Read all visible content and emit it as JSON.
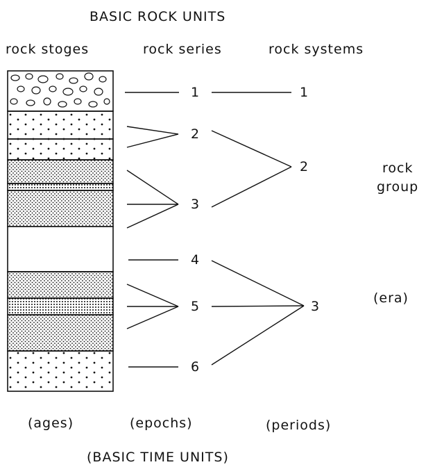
{
  "title": "BASIC ROCK UNITS",
  "columns": {
    "stages": "rock stoges",
    "series": "rock series",
    "systems": "rock systems"
  },
  "side_labels": {
    "group_line1": "rock",
    "group_line2": "group",
    "era": "(era)"
  },
  "series_numbers": [
    "1",
    "2",
    "3",
    "4",
    "5",
    "6"
  ],
  "system_numbers": [
    "1",
    "2",
    "3"
  ],
  "bottom_labels": {
    "ages": "(ages)",
    "epochs": "(epochs)",
    "periods": "(periods)"
  },
  "footer": "(BASIC TIME UNITS)"
}
